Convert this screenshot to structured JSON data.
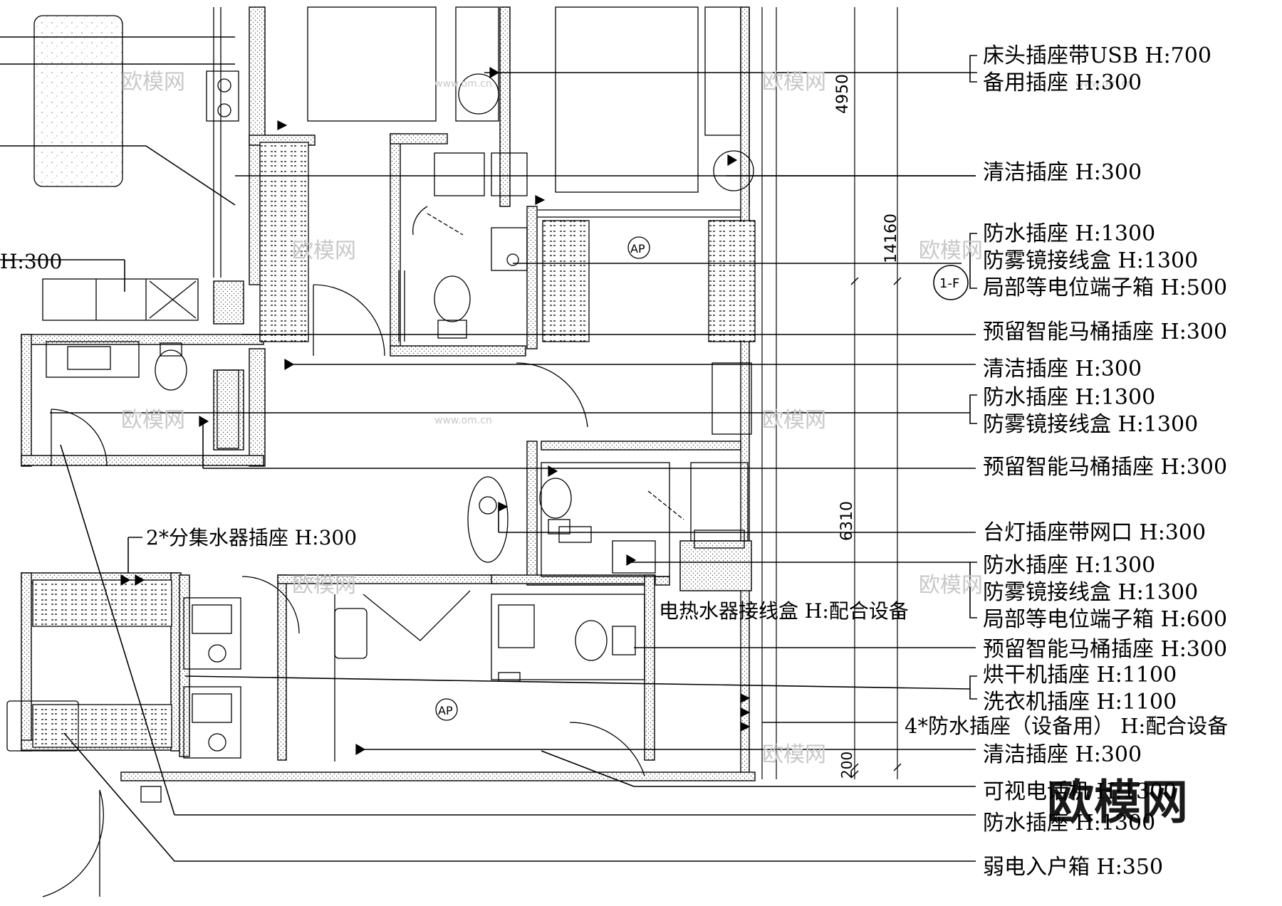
{
  "labels": {
    "bedside_usb": "床头插座带USB H:700",
    "spare_socket": "备用插座 H:300",
    "clean_1": "清洁插座 H:300",
    "waterproof_1": "防水插座 H:1300",
    "mirror_1": "防雾镜接线盒 H:1300",
    "equip_box_1": "局部等电位端子箱 H:500",
    "toilet_1": "预留智能马桶插座 H:300",
    "clean_2": "清洁插座 H:300",
    "waterproof_2": "防水插座 H:1300",
    "mirror_2": "防雾镜接线盒 H:1300",
    "toilet_2": "预留智能马桶插座 H:300",
    "lamp_net": "台灯插座带网口 H:300",
    "waterproof_3": "防水插座 H:1300",
    "mirror_3": "防雾镜接线盒 H:1300",
    "equip_box_2": "局部等电位端子箱 H:600",
    "toilet_3": "预留智能马桶插座 H:300",
    "dryer": "烘干机插座 H:1100",
    "washer": "洗衣机插座 H:1100",
    "waterproof_4": "4*防水插座（设备用） H:配合设备",
    "clean_3": "清洁插座 H:300",
    "intercom": "可视电话机 H:1300",
    "waterproof_5": "防水插座 H:1300",
    "weak_box": "弱电入户箱 H:350",
    "heater_box": "电热水器接线盒 H:配合设备",
    "manifold": "2*分集水器插座 H:300",
    "left_partial": "H:300"
  },
  "dimensions": {
    "dim_4950": "4950",
    "dim_14160": "14160",
    "dim_6310": "6310",
    "dim_200": "200"
  },
  "tags": {
    "section_marker": "1-F",
    "ap_1": "AP",
    "ap_2": "AP"
  },
  "watermark": {
    "brand": "欧模网",
    "site": "www.om.cn"
  }
}
